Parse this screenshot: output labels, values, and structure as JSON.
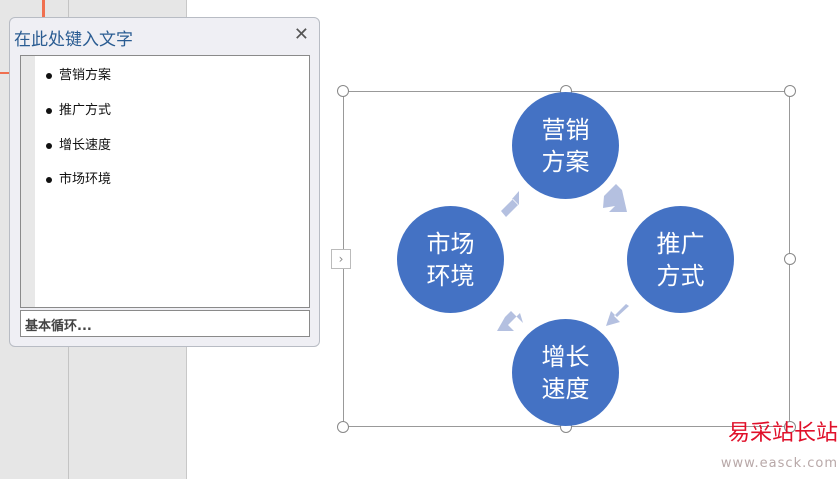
{
  "text_pane": {
    "title": "在此处键入文字",
    "close": "✕",
    "items": [
      "营销方案",
      "推广方式",
      "增长速度",
      "市场环境"
    ],
    "footer": "基本循环..."
  },
  "diagram": {
    "nodes": [
      "营销方案",
      "推广方式",
      "增长速度",
      "市场环境"
    ],
    "node_color": "#4472c4",
    "arrow_color": "#b4c0e0"
  },
  "expand_button": "›",
  "watermark": {
    "cn": "易采站长站",
    "url": "www.easck.com"
  }
}
